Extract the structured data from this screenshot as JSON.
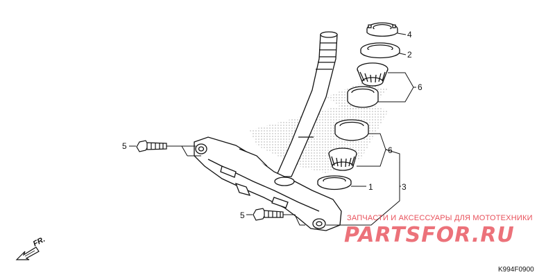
{
  "callouts": {
    "c1": "1",
    "c2": "2",
    "c3": "3",
    "c4": "4",
    "c5a": "5",
    "c5b": "5",
    "c6a": "6",
    "c6b": "6"
  },
  "direction_label": "FR.",
  "diagram_code": "K994F0900",
  "watermark": {
    "tagline": "ЗАПЧАСТИ И АКСЕССУАРЫ ДЛЯ МОТОТЕХНИКИ",
    "logo": "PARTSFOR.RU",
    "color": "#e8505a"
  },
  "colors": {
    "line": "#111111",
    "shade": "#9a9a9a",
    "fill": "#ffffff"
  }
}
